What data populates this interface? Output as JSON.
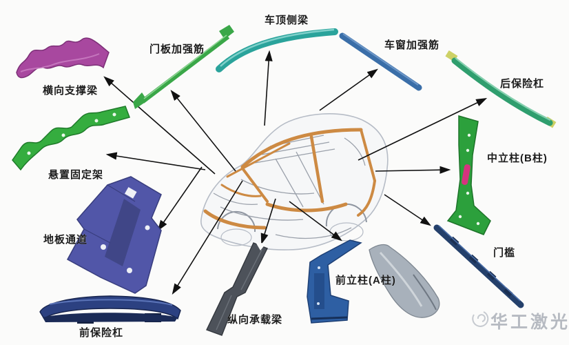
{
  "parts": {
    "lateral_support_beam": {
      "label": "横向支撑梁",
      "color": "#a8489f"
    },
    "door_panel_rib": {
      "label": "门板加强筋",
      "color": "#3aa748"
    },
    "roof_side_rail": {
      "label": "车顶侧梁",
      "color": "#2aa39b"
    },
    "window_rib": {
      "label": "车窗加强筋",
      "color": "#3a6ea8"
    },
    "rear_bumper": {
      "label": "后保险杠",
      "color": "#2f9e6e"
    },
    "b_pillar": {
      "label": "中立柱(B柱)",
      "color": "#2ca03c",
      "patch_color": "#d6337e"
    },
    "suspension_bracket": {
      "label": "悬置固定架",
      "color": "#35ad3f"
    },
    "floor_tunnel": {
      "label": "地板通道",
      "color": "#5156a8"
    },
    "front_bumper": {
      "label": "前保险杠",
      "color": "#2c4181"
    },
    "longitudinal_beam": {
      "label": "纵向承载梁",
      "color": "#4d525a"
    },
    "a_pillar": {
      "label": "前立柱(A柱)",
      "color": "#2e5fa3"
    },
    "fender": {
      "color": "#a8b1bb"
    },
    "door_sill": {
      "label": "门槛",
      "color": "#24406b"
    }
  },
  "car": {
    "frame_color": "#cd8a43",
    "outline_color": "#b6bcc6",
    "detail_color": "#9aa0aa"
  },
  "arrows": {
    "color": "#111111"
  },
  "watermark": {
    "text": "华工激光"
  }
}
